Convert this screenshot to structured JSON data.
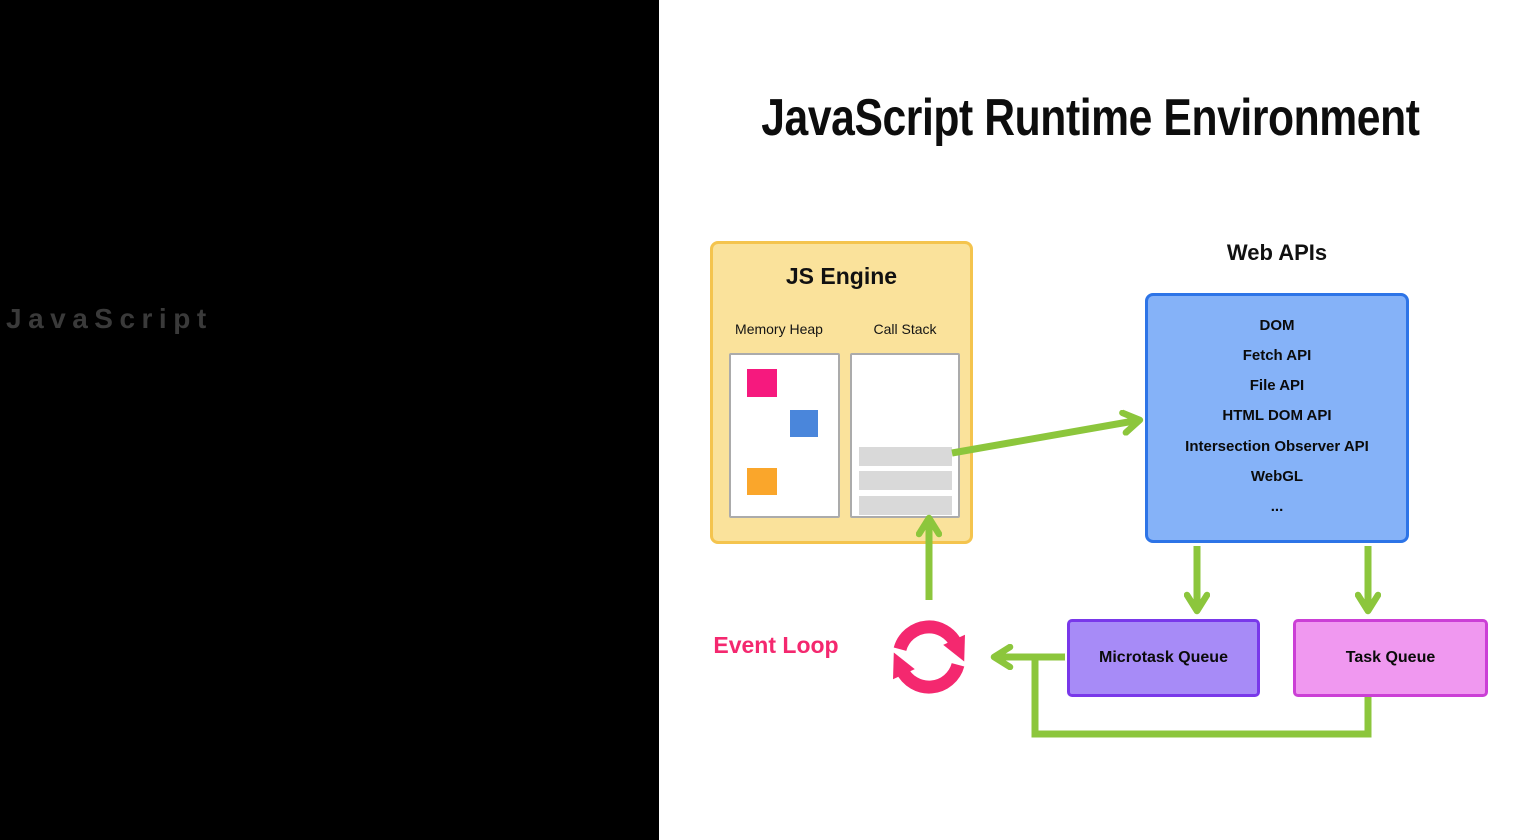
{
  "left_panel": {
    "brand": "JavaScript"
  },
  "main": {
    "title": "JavaScript Runtime Environment",
    "js_engine": {
      "title": "JS Engine",
      "memory_heap": {
        "label": "Memory Heap"
      },
      "call_stack": {
        "label": "Call Stack"
      }
    },
    "web_apis": {
      "title": "Web APIs",
      "items": [
        "DOM",
        "Fetch API",
        "File API",
        "HTML DOM API",
        "Intersection Observer API",
        "WebGL",
        "..."
      ]
    },
    "event_loop": {
      "label": "Event Loop"
    },
    "microtask_queue": {
      "label": "Microtask Queue"
    },
    "task_queue": {
      "label": "Task Queue"
    }
  },
  "colors": {
    "left_panel_bg": "#000000",
    "brand_text": "#3a3a3a",
    "js_engine_fill": "#fae29b",
    "js_engine_border": "#f4c44e",
    "sub_box_border": "#ababab",
    "stack_frame_gray": "#d9d9d9",
    "heap_pink": "#f6197e",
    "heap_blue": "#4a86db",
    "heap_orange": "#faa62b",
    "web_apis_fill": "#85b2f8",
    "web_apis_border": "#2d74e7",
    "microtask_fill": "#a78bf7",
    "microtask_border": "#7938ea",
    "task_fill": "#f098f0",
    "task_border": "#cb3fd6",
    "arrow_green": "#8cc63c",
    "event_loop_pink": "#f4286f"
  }
}
